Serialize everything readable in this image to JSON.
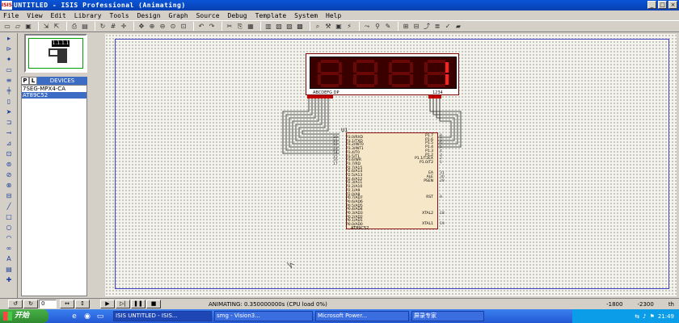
{
  "window": {
    "icon_text": "ISIS",
    "title": "UNTITLED - ISIS Professional (Animating)",
    "controls": [
      "_",
      "□",
      "×"
    ]
  },
  "menu": [
    "File",
    "View",
    "Edit",
    "Library",
    "Tools",
    "Design",
    "Graph",
    "Source",
    "Debug",
    "Template",
    "System",
    "Help"
  ],
  "devices_panel": {
    "tab_p": "P",
    "tab_l": "L",
    "header": "DEVICES",
    "items": [
      {
        "label": "7SEG-MPX4-CA",
        "selected": false
      },
      {
        "label": "AT89C52",
        "selected": true
      }
    ],
    "overview_chip_label": "1.1.1.1"
  },
  "schematic": {
    "display_label_left": "ABCDEFG DP",
    "display_label_right": "1234",
    "digits_on": [
      false,
      false,
      false,
      true
    ],
    "chip_ref": "U1",
    "chip_name": "AT89C52",
    "left_pins": [
      {
        "num": "10",
        "name": "P3.0/RXD"
      },
      {
        "num": "11",
        "name": "P3.1/TXD"
      },
      {
        "num": "12",
        "name": "P3.2/INT0"
      },
      {
        "num": "13",
        "name": "P3.3/INT1"
      },
      {
        "num": "14",
        "name": "P3.4/T0"
      },
      {
        "num": "15",
        "name": "P3.5/T1"
      },
      {
        "num": "16",
        "name": "P3.6/WR"
      },
      {
        "num": "17",
        "name": "P3.7/RD"
      },
      {
        "num": "",
        "name": "P2.7/A15"
      },
      {
        "num": "",
        "name": "P2.6/A14"
      },
      {
        "num": "",
        "name": "P2.5/A13"
      },
      {
        "num": "",
        "name": "P2.4/A12"
      },
      {
        "num": "",
        "name": "P2.3/A11"
      },
      {
        "num": "",
        "name": "P2.2/A10"
      },
      {
        "num": "",
        "name": "P2.1/A9"
      },
      {
        "num": "",
        "name": "P2.0/A8"
      },
      {
        "num": "",
        "name": "P0.7/AD7"
      },
      {
        "num": "",
        "name": "P0.6/AD6"
      },
      {
        "num": "",
        "name": "P0.5/AD5"
      },
      {
        "num": "",
        "name": "P0.4/AD4"
      },
      {
        "num": "",
        "name": "P0.3/AD3"
      },
      {
        "num": "",
        "name": "P0.2/AD2"
      },
      {
        "num": "",
        "name": "P0.1/AD1"
      },
      {
        "num": "",
        "name": "P0.0/AD0"
      }
    ],
    "right_pins": [
      {
        "num": "8",
        "name": "P1.7"
      },
      {
        "num": "7",
        "name": "P1.6"
      },
      {
        "num": "6",
        "name": "P1.5"
      },
      {
        "num": "5",
        "name": "P1.4"
      },
      {
        "num": "4",
        "name": "P1.3"
      },
      {
        "num": "3",
        "name": "P1.2"
      },
      {
        "num": "2",
        "name": "P1.1/T2EX"
      },
      {
        "num": "1",
        "name": "P1.0/T2"
      },
      {
        "num": "31",
        "name": "EA"
      },
      {
        "num": "30",
        "name": "ALE"
      },
      {
        "num": "29",
        "name": "PSEN"
      },
      {
        "num": "9",
        "name": "RST"
      },
      {
        "num": "18",
        "name": "XTAL2"
      },
      {
        "num": "19",
        "name": "XTAL1"
      }
    ]
  },
  "statusbar": {
    "rotation_value": "0",
    "status_text": "ANIMATING: 0.350000000s (CPU load 0%)",
    "coord_x": "-1800",
    "coord_y": "-2300",
    "unit": "th"
  },
  "taskbar": {
    "start_label": "开始",
    "items": [
      {
        "label": "ISIS UNTITLED - ISIS...",
        "active": true
      },
      {
        "label": "smg - Vision3...",
        "active": false
      },
      {
        "label": "Microsoft Power...",
        "active": false
      },
      {
        "label": "屏录专家",
        "active": false
      }
    ],
    "clock": "21:49"
  },
  "colors": {
    "segment_on": "#ff2020",
    "segment_off": "#6a0808",
    "sheet_border": "#4040c0",
    "chip_fill": "#f6e7c8",
    "selection": "#3c6cc4"
  }
}
